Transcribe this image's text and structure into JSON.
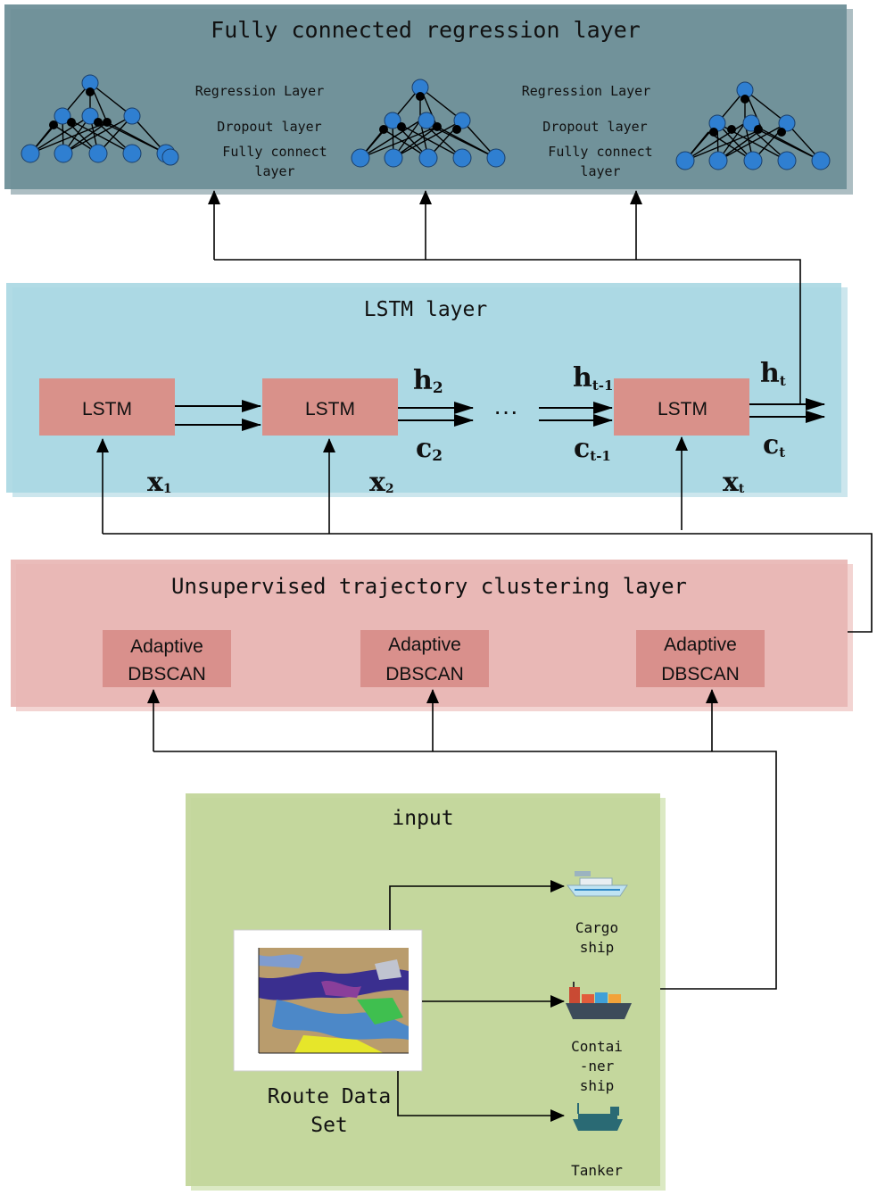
{
  "regression_panel": {
    "title": "Fully connected regression layer",
    "group1": {
      "regression": "Regression Layer",
      "dropout": "Dropout layer",
      "fc_line1": "Fully connect",
      "fc_line2": "layer"
    },
    "group2": {
      "regression": "Regression Layer",
      "dropout": "Dropout layer",
      "fc_line1": "Fully connect",
      "fc_line2": "layer"
    }
  },
  "lstm_panel": {
    "title": "LSTM layer",
    "cells": [
      "LSTM",
      "LSTM",
      "LSTM"
    ],
    "ellipsis": "···",
    "labels": {
      "h2": "h",
      "h2_sub": "2",
      "c2": "c",
      "c2_sub": "2",
      "ht1": "h",
      "ht1_sub": "t-1",
      "ct1": "c",
      "ct1_sub": "t-1",
      "ht": "h",
      "ht_sub": "t",
      "ct": "c",
      "ct_sub": "t",
      "x1": "x",
      "x1_sub": "1",
      "x2": "x",
      "x2_sub": "2",
      "xt": "x",
      "xt_sub": "t"
    }
  },
  "clustering_panel": {
    "title": "Unsupervised trajectory clustering layer",
    "boxes": [
      {
        "line1": "Adaptive",
        "line2": "DBSCAN"
      },
      {
        "line1": "Adaptive",
        "line2": "DBSCAN"
      },
      {
        "line1": "Adaptive",
        "line2": "DBSCAN"
      }
    ]
  },
  "input_panel": {
    "title": "input",
    "dataset_label_line1": "Route Data",
    "dataset_label_line2": "Set",
    "ships": [
      {
        "icon": "cargo-ship-icon",
        "lines": [
          "Cargo",
          "ship"
        ]
      },
      {
        "icon": "container-ship-icon",
        "lines": [
          "Contai",
          "-ner",
          "ship"
        ]
      },
      {
        "icon": "tanker-icon",
        "lines": [
          "Tanker"
        ]
      }
    ],
    "map_icon": "route-map-icon"
  },
  "colors": {
    "regression_bg": "#6e8f98",
    "lstm_bg": "#a9d7e2",
    "cell_fill": "#d9918a",
    "clustering_bg": "#e8b5b3",
    "dbscan_fill": "#d9908c",
    "input_bg": "#c3d69b",
    "neuron": "#2f7fd1",
    "arrow": "#000000"
  }
}
